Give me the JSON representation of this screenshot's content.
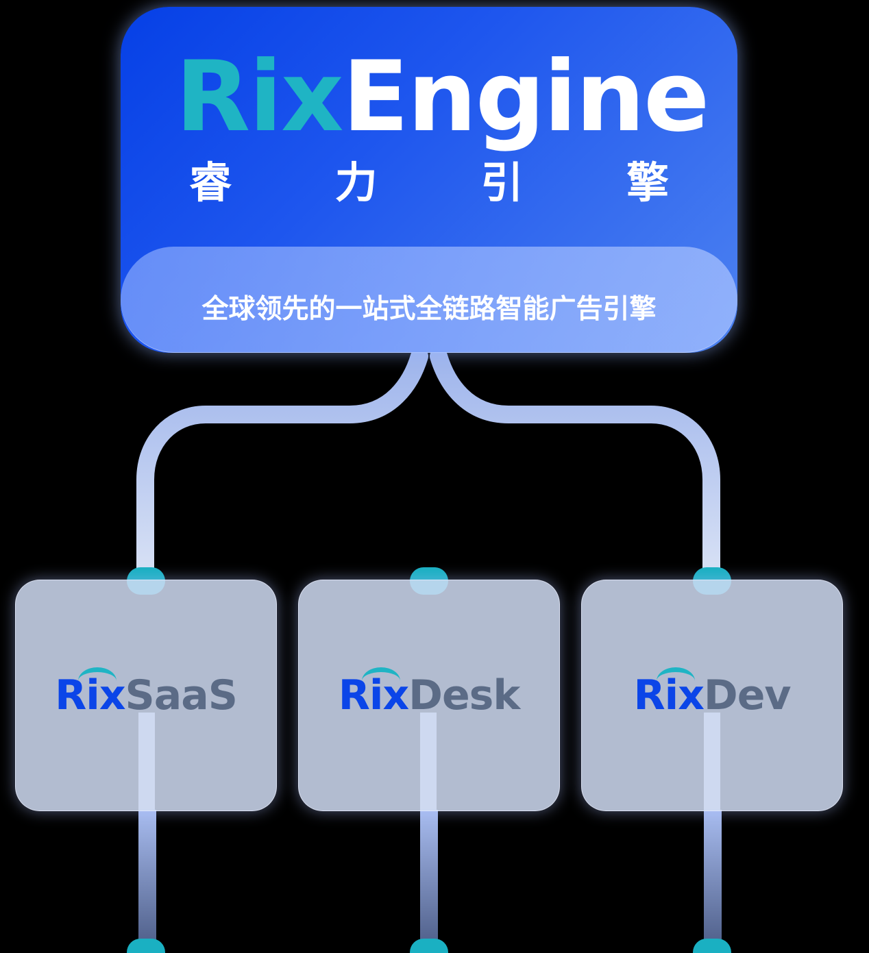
{
  "header": {
    "logo_rix": "Rix",
    "logo_engine": "Engine",
    "chinese_name": [
      "睿",
      "力",
      "引",
      "擎"
    ],
    "tagline": "全球领先的一站式全链路智能广告引擎"
  },
  "products": [
    {
      "prefix": "Rix",
      "suffix": "SaaS"
    },
    {
      "prefix": "Rix",
      "suffix": "Desk"
    },
    {
      "prefix": "Rix",
      "suffix": "Dev"
    }
  ],
  "colors": {
    "background": "#000000",
    "brand_blue": "#0b45e8",
    "teal": "#1fb4c4",
    "logo_gray": "#5b6b86",
    "card_fill": "#cfdbf2"
  },
  "icons": {
    "product_logo_mark": "arc-icon"
  }
}
